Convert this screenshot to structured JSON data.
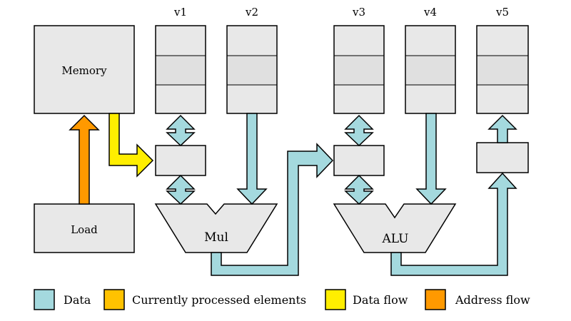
{
  "colors": {
    "data": "#a4d9de",
    "current": "#ffc200",
    "data_flow": "#ffee00",
    "address_flow": "#ff9900",
    "box_fill": "#e8e8e8",
    "row_fill": "#e0e0e0"
  },
  "blocks": {
    "memory": "Memory",
    "load": "Load",
    "mul": "Mul",
    "alu": "ALU"
  },
  "registers": {
    "v1": "v1",
    "v2": "v2",
    "v3": "v3",
    "v4": "v4",
    "v5": "v5"
  },
  "legend": {
    "data": "Data",
    "current": "Currently processed elements",
    "data_flow": "Data flow",
    "address_flow": "Address flow"
  }
}
